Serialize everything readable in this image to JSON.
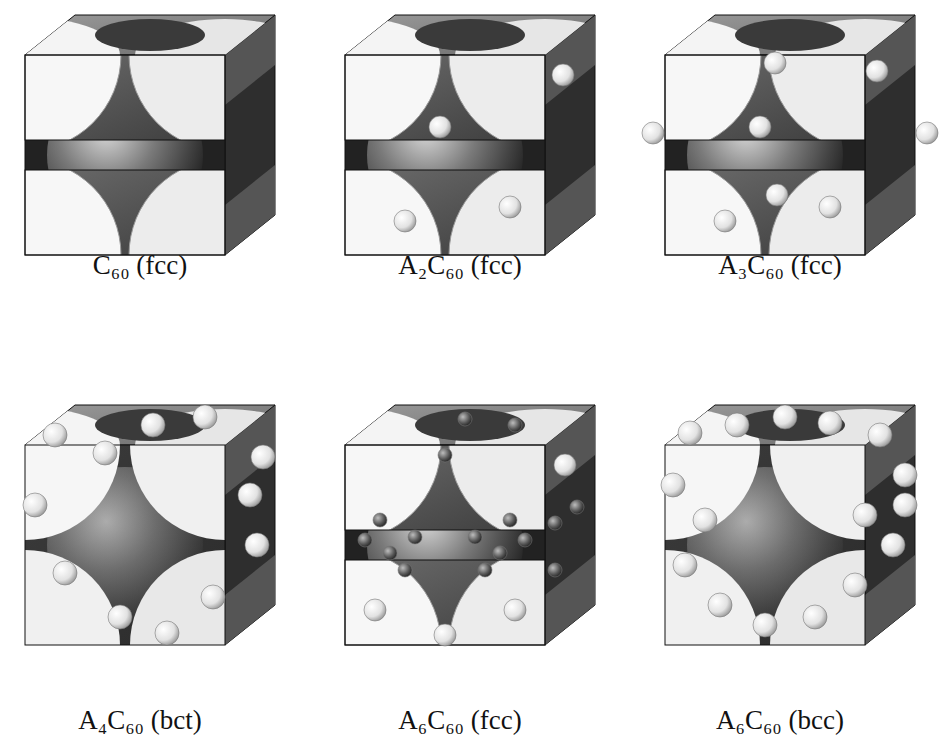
{
  "diagram": {
    "labels": [
      "C₆₀ (fcc)",
      "A₂C₆₀ (fcc)",
      "A₃C₆₀ (fcc)",
      "A₄C₆₀ (bct)",
      "A₆C₆₀ (fcc)",
      "A₆C₆₀ (bcc)"
    ]
  }
}
